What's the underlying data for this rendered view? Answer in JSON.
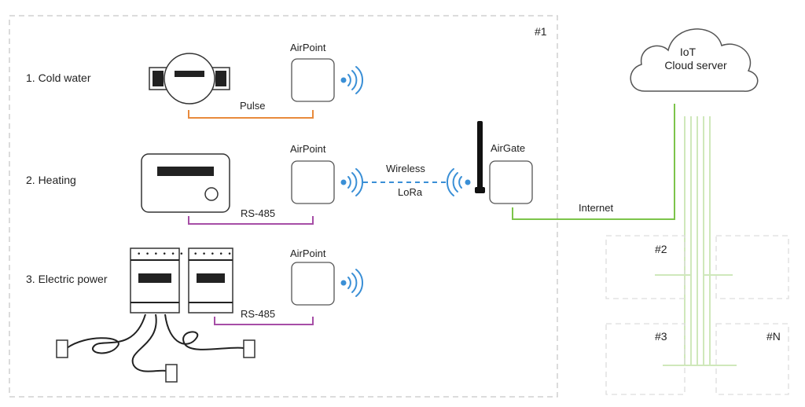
{
  "groups": {
    "main": "#1",
    "second": "#2",
    "third": "#3",
    "nth": "#N"
  },
  "meters": [
    {
      "label": "1. Cold water",
      "airpoint": "AirPoint",
      "interface": "Pulse"
    },
    {
      "label": "2. Heating",
      "airpoint": "AirPoint",
      "interface": "RS-485"
    },
    {
      "label": "3. Electric power",
      "airpoint": "AirPoint",
      "interface": "RS-485"
    }
  ],
  "link": {
    "wireless": "Wireless",
    "protocol": "LoRa"
  },
  "gateway": {
    "label": "AirGate"
  },
  "internet": {
    "label": "Internet"
  },
  "cloud": {
    "line1": "IoT",
    "line2": "Cloud server"
  },
  "colors": {
    "wireless": "#3a8fd6",
    "pulse": "#e88a3c",
    "rs485": "#a64ea6",
    "internet": "#7cc44a"
  }
}
